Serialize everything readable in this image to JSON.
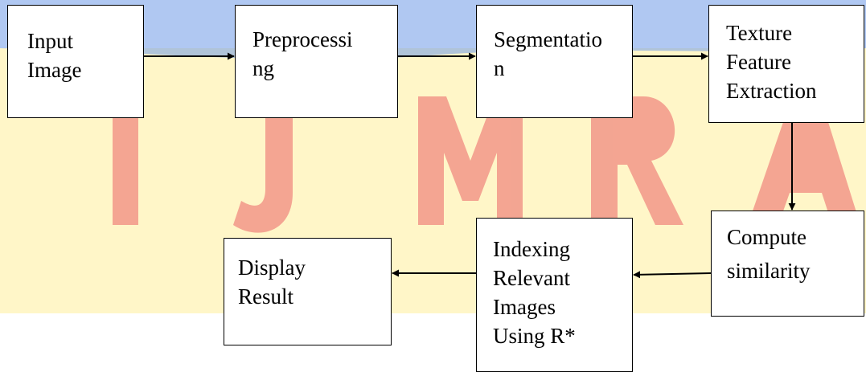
{
  "diagram": {
    "nodes": [
      {
        "id": "input",
        "lines": [
          "Input",
          "Image"
        ]
      },
      {
        "id": "preproc",
        "lines": [
          "Preprocessi",
          "ng"
        ]
      },
      {
        "id": "seg",
        "lines": [
          "Segmentatio",
          "n"
        ]
      },
      {
        "id": "texture",
        "lines": [
          "Texture",
          "Feature",
          "Extraction"
        ]
      },
      {
        "id": "similarity",
        "lines": [
          "Compute",
          "similarity"
        ]
      },
      {
        "id": "indexing",
        "lines": [
          "Indexing",
          "Relevant",
          "Images",
          "Using R*"
        ]
      },
      {
        "id": "display",
        "lines": [
          "Display",
          "Result"
        ]
      }
    ],
    "edges": [
      {
        "from": "input",
        "to": "preproc"
      },
      {
        "from": "preproc",
        "to": "seg"
      },
      {
        "from": "seg",
        "to": "texture"
      },
      {
        "from": "texture",
        "to": "similarity"
      },
      {
        "from": "similarity",
        "to": "indexing"
      },
      {
        "from": "indexing",
        "to": "display"
      }
    ]
  },
  "watermark": {
    "top_band_color": "#2f6fd6",
    "letter_color": "#e8453c",
    "wash_color": "#fde06a"
  }
}
